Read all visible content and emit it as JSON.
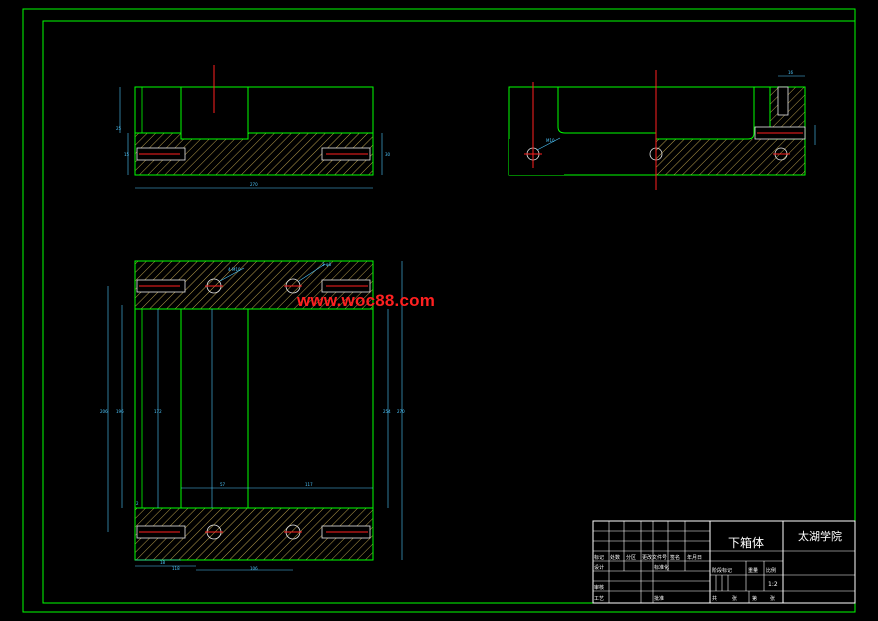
{
  "watermark": "www.woc88.com",
  "title_block": {
    "part_name": "下箱体",
    "school": "太湖学院",
    "scale": "1:2",
    "header_labels": [
      "标记",
      "处数",
      "分区",
      "更改文件号",
      "签名",
      "年月日"
    ],
    "row_labels": [
      "设计",
      "标准化"
    ],
    "stage_labels": [
      "阶段标记",
      "重量",
      "比例"
    ],
    "review_labels": [
      "审核",
      "工艺",
      "批准"
    ],
    "sheet_labels": [
      "共",
      "张",
      "第",
      "张"
    ]
  },
  "dimensions": {
    "front_width": "270",
    "front_h1": "25",
    "front_h2": "15",
    "front_h3": "30",
    "side_dim1": "M10",
    "side_dim2": "16",
    "plan_total": "270",
    "plan_a": "206",
    "plan_b": "196",
    "plan_c": "172",
    "plan_right": "270",
    "plan_right2": "254",
    "plan_mid": "57",
    "plan_mid2": "117",
    "plan_b1": "18",
    "plan_b2": "118",
    "plan_b3": "106",
    "plan_left_small": "2",
    "hole_label1": "4-M10",
    "hole_label2": "2-φ8"
  },
  "colors": {
    "frame": "#00ff00",
    "outline": "#00ff00",
    "hatch": "#f0d060",
    "center": "#ff2020",
    "dims": "#4ec8ff",
    "bolt": "#ff2020"
  }
}
